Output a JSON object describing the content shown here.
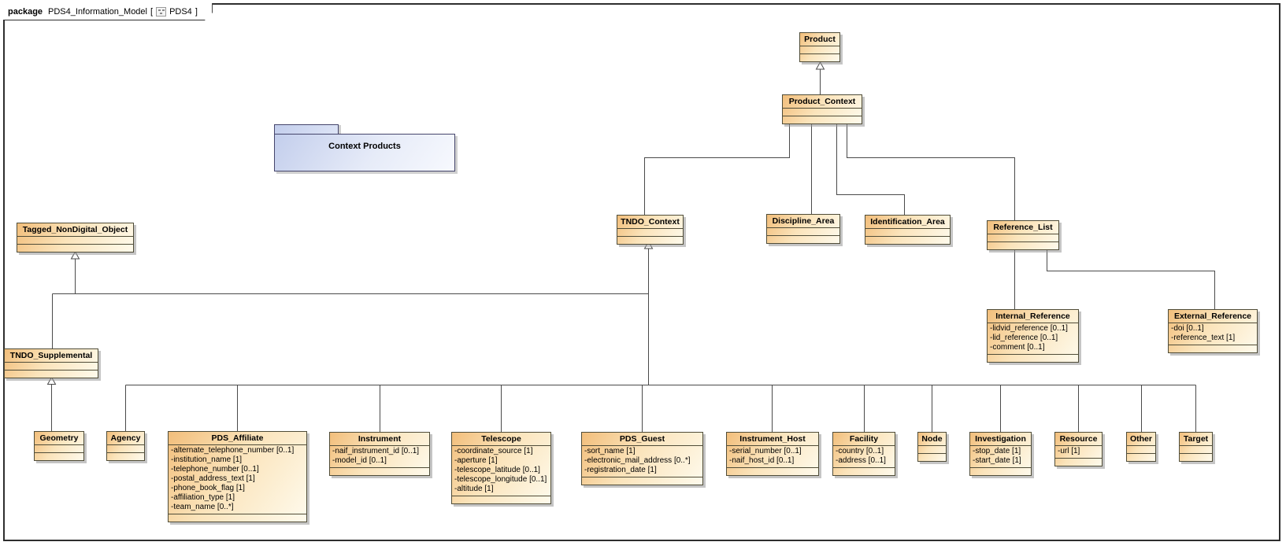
{
  "frame": {
    "keyword": "package",
    "model_name": "PDS4_Information_Model",
    "bracket_open": "[",
    "diagram_name": "PDS4",
    "bracket_close": "]",
    "icon": "diagram-icon"
  },
  "package": {
    "label": "Context Products"
  },
  "colors": {
    "class_fill_start": "#f2be7b",
    "class_fill_end": "#fefaec",
    "class_border": "#4f4c38",
    "package_fill_start": "#c3ceec",
    "package_fill_end": "#f7f9fe",
    "package_border": "#45456b",
    "connector_line": "#4a4a4a",
    "frame_border": "#2e2e2e"
  },
  "classes": [
    {
      "name": "Product",
      "attributes": []
    },
    {
      "name": "Product_Context",
      "attributes": []
    },
    {
      "name": "TNDO_Context",
      "attributes": []
    },
    {
      "name": "Discipline_Area",
      "attributes": []
    },
    {
      "name": "Identification_Area",
      "attributes": []
    },
    {
      "name": "Reference_List",
      "attributes": []
    },
    {
      "name": "Internal_Reference",
      "attributes": [
        "-lidvid_reference [0..1]",
        "-lid_reference [0..1]",
        "-comment [0..1]"
      ]
    },
    {
      "name": "External_Reference",
      "attributes": [
        "-doi [0..1]",
        "-reference_text [1]"
      ]
    },
    {
      "name": "Tagged_NonDigital_Object",
      "attributes": []
    },
    {
      "name": "TNDO_Supplemental",
      "attributes": []
    },
    {
      "name": "Geometry",
      "attributes": []
    },
    {
      "name": "Agency",
      "attributes": []
    },
    {
      "name": "PDS_Affiliate",
      "attributes": [
        "-alternate_telephone_number [0..1]",
        "-institution_name [1]",
        "-telephone_number [0..1]",
        "-postal_address_text [1]",
        "-phone_book_flag [1]",
        "-affiliation_type [1]",
        "-team_name [0..*]"
      ]
    },
    {
      "name": "Instrument",
      "attributes": [
        "-naif_instrument_id [0..1]",
        "-model_id [0..1]"
      ]
    },
    {
      "name": "Telescope",
      "attributes": [
        "-coordinate_source [1]",
        "-aperture [1]",
        "-telescope_latitude [0..1]",
        "-telescope_longitude [0..1]",
        "-altitude [1]"
      ]
    },
    {
      "name": "PDS_Guest",
      "attributes": [
        "-sort_name [1]",
        "-electronic_mail_address [0..*]",
        "-registration_date [1]"
      ]
    },
    {
      "name": "Instrument_Host",
      "attributes": [
        "-serial_number [0..1]",
        "-naif_host_id [0..1]"
      ]
    },
    {
      "name": "Facility",
      "attributes": [
        "-country [0..1]",
        "-address [0..1]"
      ]
    },
    {
      "name": "Node",
      "attributes": []
    },
    {
      "name": "Investigation",
      "attributes": [
        "-stop_date [1]",
        "-start_date [1]"
      ]
    },
    {
      "name": "Resource",
      "attributes": [
        "-url [1]"
      ]
    },
    {
      "name": "Other",
      "attributes": []
    },
    {
      "name": "Target",
      "attributes": []
    }
  ]
}
